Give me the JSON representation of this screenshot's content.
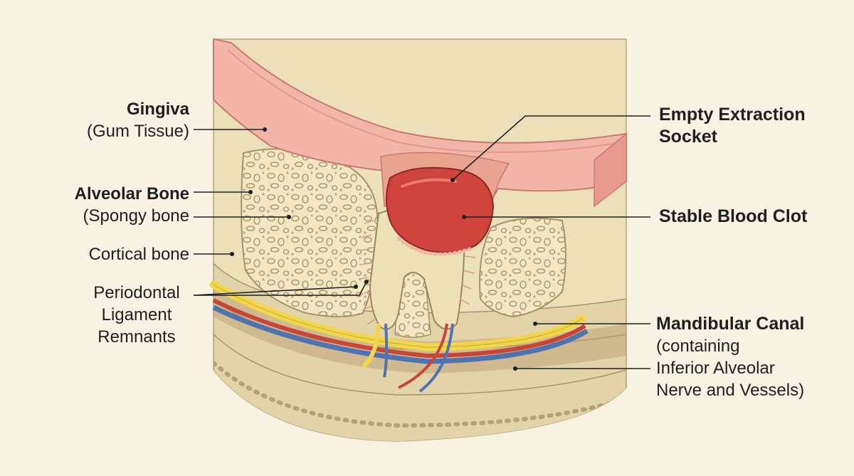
{
  "labels": {
    "gingiva": {
      "title": "Gingiva",
      "sub": "(Gum Tissue)"
    },
    "alveolar_bone": {
      "title": "Alveolar Bone",
      "sub": "(Spongy bone"
    },
    "cortical_bone": {
      "text": "Cortical bone"
    },
    "periodontal": {
      "line1": "Periodontal",
      "line2": "Ligament",
      "line3": "Remnants"
    },
    "socket": {
      "line1": "Empty Extraction",
      "line2": "Socket"
    },
    "clot": {
      "text": "Stable Blood Clot"
    },
    "canal": {
      "title": "Mandibular Canal",
      "line1": "(containing",
      "line2": "Inferior Alveolar",
      "line3": "Nerve and Vessels)"
    }
  },
  "colors": {
    "background": "#f7f2e2",
    "bone": "#ece0bb",
    "spongy_bone": "#f1e4c0",
    "marrow": "#c9b38a",
    "gingiva": "#f1b6a8",
    "blood_clot": "#d0443e",
    "nerve": "#f1d54a",
    "artery": "#c8453a",
    "vein": "#4f73b0",
    "tooth": "#eee0b6"
  }
}
